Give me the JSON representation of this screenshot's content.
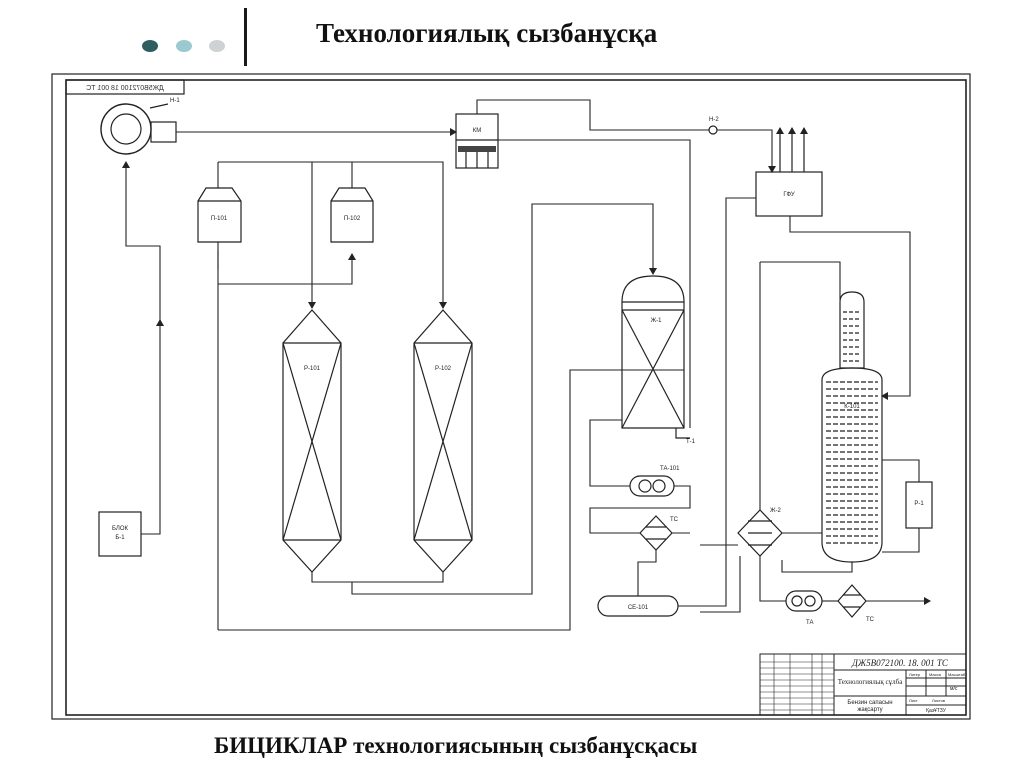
{
  "header": {
    "title": "Технологиялық сызбанұсқа",
    "dot_colors": [
      "#2e5e60",
      "#9ac9cf",
      "#cfd2d2"
    ]
  },
  "caption": "БИЦИКЛАР технологиясының сызбанұсқасы",
  "drawing": {
    "mirrored_code": "ДЖ5В072100 18 001 ТС",
    "equipment": {
      "pump_top": "Н-1",
      "compressor": "КМ",
      "pump_small": "Н-2",
      "gfu": "ГФУ",
      "p101": "П-101",
      "p102": "П-102",
      "r101": "Р-101",
      "r102": "Р-102",
      "heat_exchanger": "Ж-1",
      "trap": "Т-1",
      "cooler_top": "ТА-101",
      "hx_tc": "ТС",
      "separator": "СЕ-101",
      "column": "К-101",
      "reboiler": "Р-1",
      "hx2": "Ж-2",
      "cooler_bottom": "ТА",
      "hx_tc2": "ТС",
      "block_1": "БЛОК",
      "block_2": "Б-1"
    },
    "title_block": {
      "code": "ДЖ5В072100. 18. 001 ТС",
      "name": "Технологиялық сұлба",
      "sub1": "Бензин сапасын",
      "sub2": "жақсарту",
      "lit": "Литер",
      "mass": "Масса",
      "scale": "Масштаб",
      "sheet": "Лист",
      "sheets": "Листов",
      "org": "ҚазҰТЗУ",
      "scale_val": "м/с"
    }
  }
}
